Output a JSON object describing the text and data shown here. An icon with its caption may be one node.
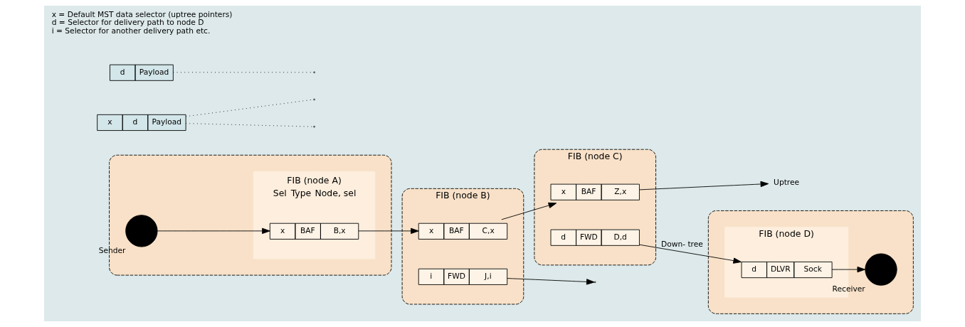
{
  "diagram": {
    "nodes": [
      {
        "text": [],
        "shape": "box"
      },
      {
        "text": [],
        "shape": "circle",
        "in": 0,
        "beside": [
          "Sender"
        ]
      },
      {
        "text": [
          "FIB (node A)",
          "Sel",
          "Type",
          "Node, sel"
        ],
        "in": 0
      },
      {
        "text": [
          "x",
          "BAF",
          "B,x"
        ],
        "in": 2
      },
      {
        "text": [
          "FIB (node B)"
        ]
      },
      {
        "text": [
          "x",
          "BAF",
          "C,x"
        ],
        "in": 4
      },
      {
        "text": [
          "i",
          "FWD",
          "J,i"
        ],
        "in": 4
      },
      {
        "text": [
          "FIB (node C)"
        ]
      },
      {
        "text": [
          "x",
          "BAF",
          "Z,x"
        ],
        "in": 7
      },
      {
        "text": [
          "d",
          "FWD",
          "D,d"
        ],
        "in": 7
      },
      {
        "text": [
          "Uptree"
        ]
      },
      {
        "text": [],
        "shape": "box"
      },
      {
        "text": [],
        "shape": "circle",
        "in": 11,
        "beside": [
          "Receiver"
        ]
      },
      {
        "text": [
          "FIB (node D)"
        ],
        "in": 11
      },
      {
        "text": [
          "d",
          "DLVR",
          "Sock"
        ],
        "in": 13
      },
      {
        "text": [
          "x",
          "d",
          "Payload"
        ]
      },
      {
        "text": [
          "d",
          "Payload"
        ]
      }
    ],
    "edges": [
      {
        "from": 1,
        "to": 3,
        "arrow": "to"
      },
      {
        "from": 3,
        "to": 5,
        "arrow": "to"
      },
      {
        "from": 6,
        "to": null,
        "arrow": "to"
      },
      {
        "from": 5,
        "to": 8,
        "arrow": "to"
      },
      {
        "from": 8,
        "to": 10,
        "arrow": "to"
      },
      {
        "from": 9,
        "to": 14,
        "arrow": "to",
        "label": "Down- tree"
      },
      {
        "from": 14,
        "to": 12,
        "arrow": "to"
      },
      {
        "from": 15,
        "to": null,
        "arrow": "none",
        "style": "dashed"
      },
      {
        "from": 15,
        "to": null,
        "arrow": "none",
        "style": "dashed"
      },
      {
        "from": 16,
        "to": null,
        "arrow": "none",
        "style": "dashed"
      }
    ],
    "labels": [
      "x = Default MST data selector (uptree pointers)",
      "d = Selector for delivery path to node D",
      "i = Selector for another delivery path etc."
    ]
  }
}
